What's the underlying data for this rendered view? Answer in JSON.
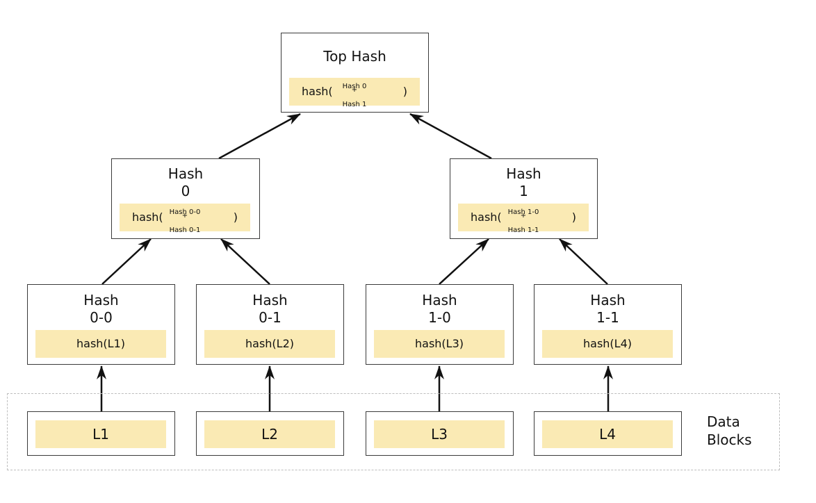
{
  "diagram": {
    "title": "",
    "top": {
      "title": "Top Hash",
      "formula": {
        "fn_open": "hash(",
        "top_term": "Hash 0",
        "plus": "+",
        "bottom_term": "Hash 1",
        "fn_close": ")"
      }
    },
    "level1": [
      {
        "title": "Hash\n0",
        "formula": {
          "fn_open": "hash(",
          "top_term": "Hash 0-0",
          "plus": "+",
          "bottom_term": "Hash 0-1",
          "fn_close": ")"
        }
      },
      {
        "title": "Hash\n1",
        "formula": {
          "fn_open": "hash(",
          "top_term": "Hash 1-0",
          "plus": "+",
          "bottom_term": "Hash 1-1",
          "fn_close": ")"
        }
      }
    ],
    "level2": [
      {
        "title": "Hash\n0-0",
        "formula": "hash(L1)"
      },
      {
        "title": "Hash\n0-1",
        "formula": "hash(L2)"
      },
      {
        "title": "Hash\n1-0",
        "formula": "hash(L3)"
      },
      {
        "title": "Hash\n1-1",
        "formula": "hash(L4)"
      }
    ],
    "leaves": [
      "L1",
      "L2",
      "L3",
      "L4"
    ],
    "data_region_label": "Data\nBlocks",
    "colors": {
      "formula_fill": "#faeab4",
      "node_border": "#3a3a3a",
      "edge": "#111111",
      "region_border": "#bdbdbd"
    }
  }
}
